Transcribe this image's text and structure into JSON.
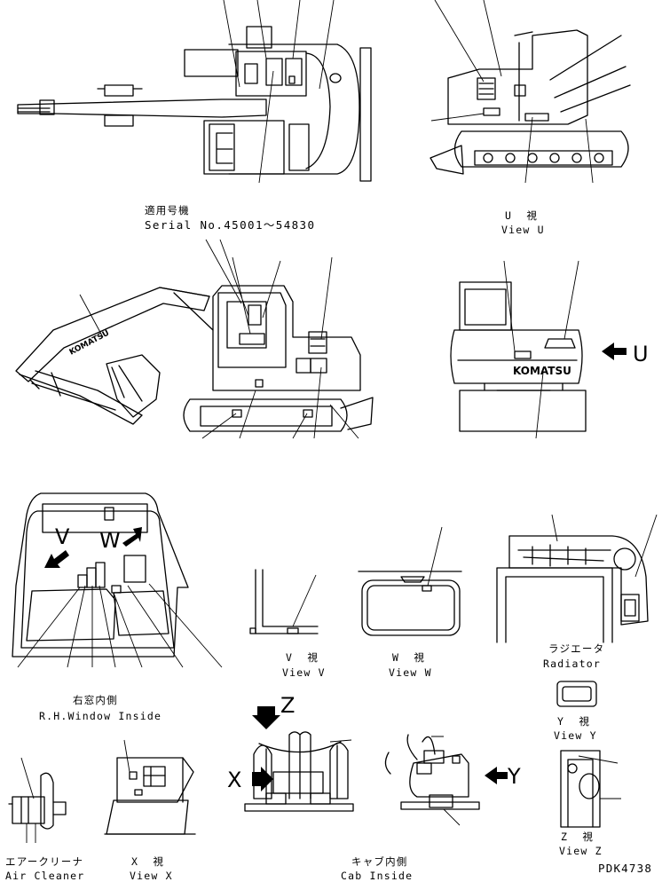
{
  "serial": {
    "jp": "適用号機",
    "en": "Serial No.45001～54830"
  },
  "view_u": {
    "jp": "U  視",
    "en": "View U",
    "arrow_letter": "U"
  },
  "window": {
    "jp": "右窓内側",
    "en": "R.H.Window Inside",
    "letter_v": "V",
    "letter_w": "W"
  },
  "view_v": {
    "jp": "V  視",
    "en": "View V"
  },
  "view_w": {
    "jp": "W  視",
    "en": "View W"
  },
  "radiator": {
    "jp": "ラジエータ",
    "en": "Radiator"
  },
  "view_y": {
    "jp": "Y  視",
    "en": "View Y"
  },
  "air_cleaner": {
    "jp": "エアークリーナ",
    "en": "Air Cleaner"
  },
  "view_x": {
    "jp": "X  視",
    "en": "View X"
  },
  "cab": {
    "jp": "キャブ内側",
    "en": "Cab Inside",
    "letter_z": "Z",
    "letter_x": "X",
    "letter_y": "Y"
  },
  "view_z": {
    "jp": "Z  視",
    "en": "View Z"
  },
  "brand": "KOMATSU",
  "drawing_no": "PDK4738"
}
